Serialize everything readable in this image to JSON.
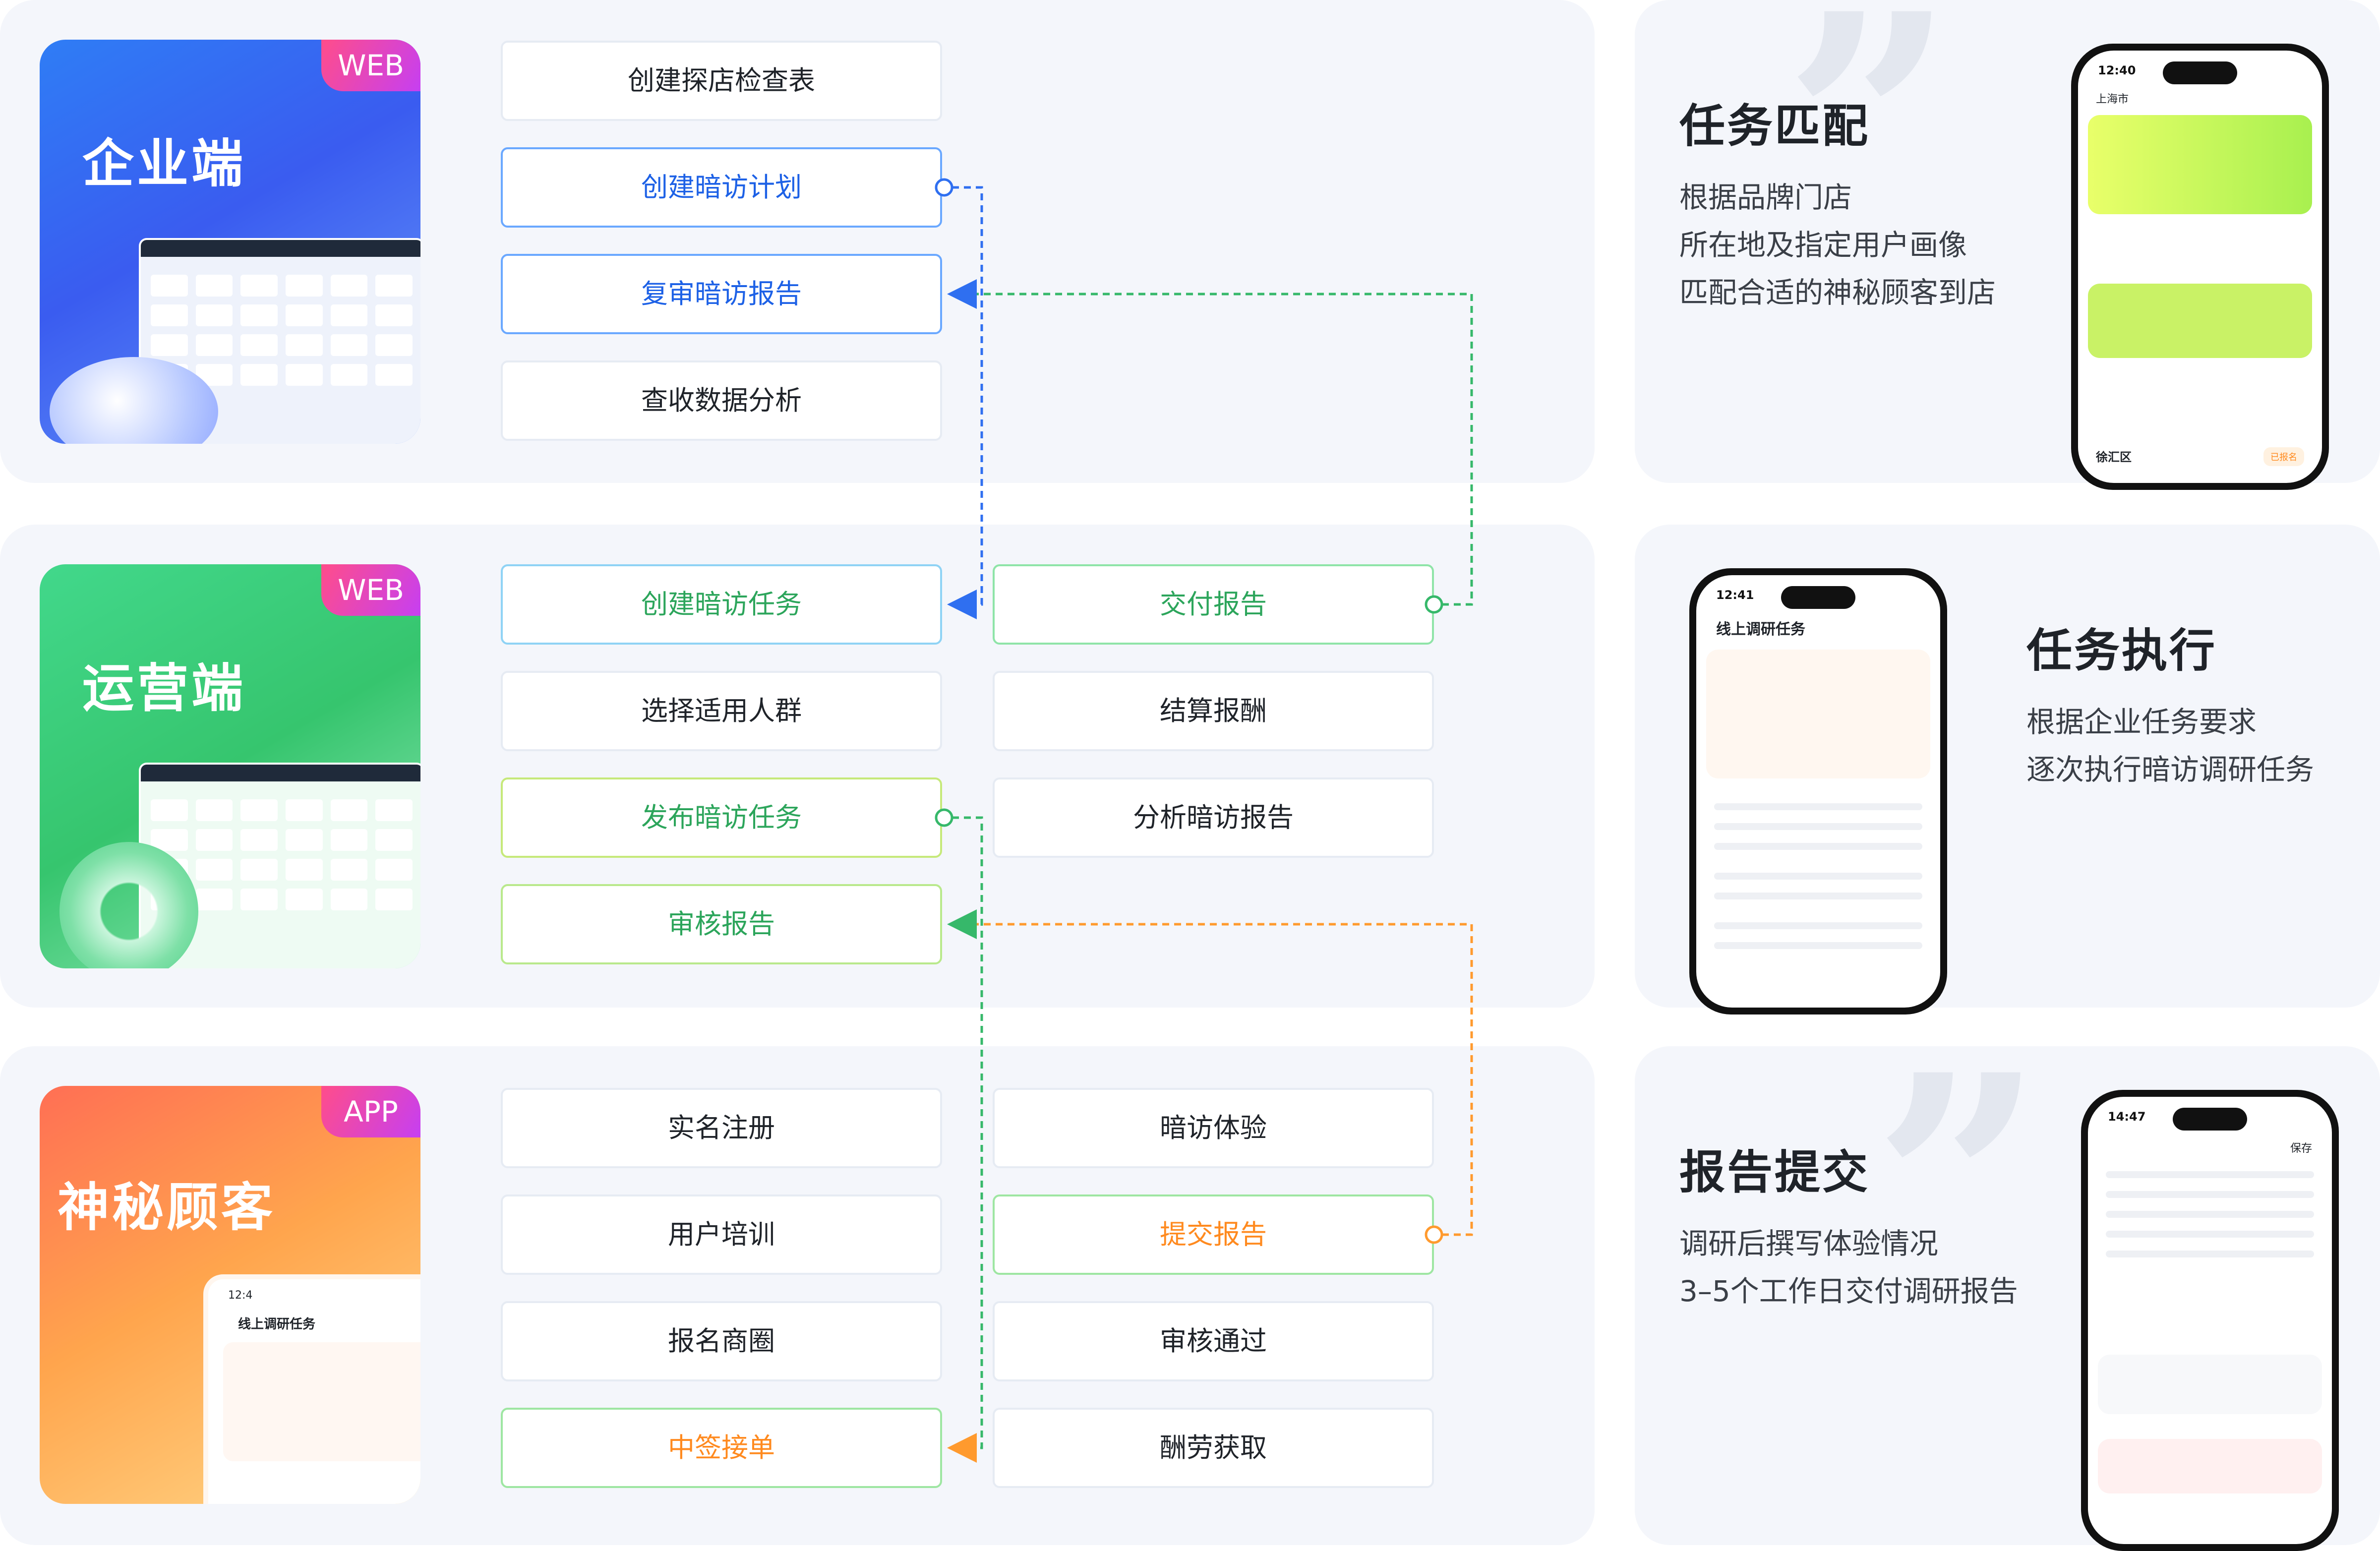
{
  "panels": {
    "enterprise": {
      "title": "企业端",
      "tag": "WEB"
    },
    "operations": {
      "title": "运营端",
      "tag": "WEB"
    },
    "mystery": {
      "title": "神秘顾客",
      "tag": "APP"
    }
  },
  "nodes": {
    "ent_checklist": "创建探店检查表",
    "ent_plan": "创建暗访计划",
    "ent_review": "复审暗访报告",
    "ent_analysis": "查收数据分析",
    "ops_create_task": "创建暗访任务",
    "ops_deliver": "交付报告",
    "ops_select_group": "选择适用人群",
    "ops_settle": "结算报酬",
    "ops_publish": "发布暗访任务",
    "ops_analyze": "分析暗访报告",
    "ops_audit": "审核报告",
    "mys_register": "实名注册",
    "mys_experience": "暗访体验",
    "mys_training": "用户培训",
    "mys_submit": "提交报告",
    "mys_signup": "报名商圈",
    "mys_approved": "审核通过",
    "mys_win": "中签接单",
    "mys_reward": "酬劳获取"
  },
  "features": [
    {
      "title": "任务匹配",
      "lines": [
        "根据品牌门店",
        "所在地及指定用户画像",
        "匹配合适的神秘顾客到店"
      ]
    },
    {
      "title": "任务执行",
      "lines": [
        "根据企业任务要求",
        "逐次执行暗访调研任务"
      ]
    },
    {
      "title": "报告提交",
      "lines": [
        "调研后撰写体验情况",
        "3–5个工作日交付调研报告"
      ]
    }
  ],
  "phones": {
    "match": {
      "time": "12:40",
      "city": "上海市",
      "district": "徐汇区",
      "status": "已报名"
    },
    "exec": {
      "time": "12:41",
      "header": "线上调研任务"
    },
    "report": {
      "time": "14:47",
      "save": "保存"
    }
  },
  "mini_phone": {
    "time": "12:4",
    "header": "线上调研任务"
  },
  "colors": {
    "blue": "#1d61e6",
    "green": "#2ca55b",
    "orange": "#ff8a1f"
  }
}
